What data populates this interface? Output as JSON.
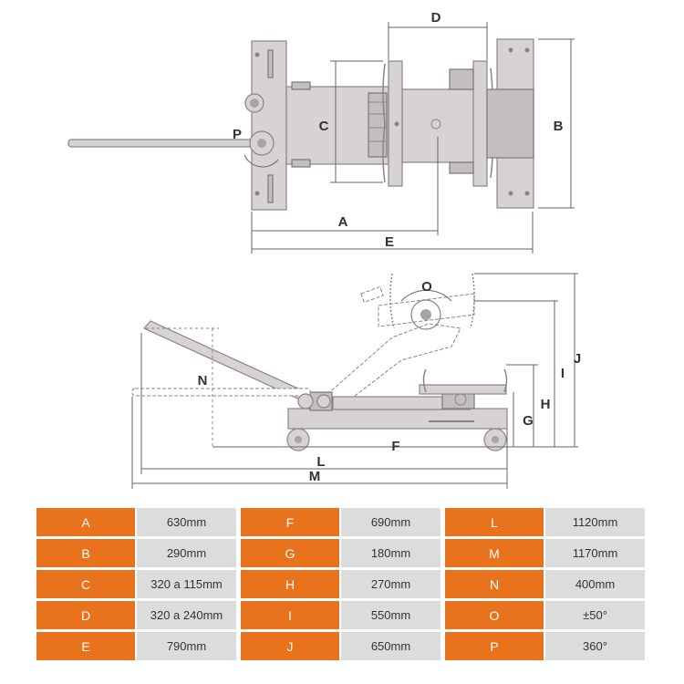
{
  "labels": {
    "A": "A",
    "B": "B",
    "C": "C",
    "D": "D",
    "E": "E",
    "F": "F",
    "G": "G",
    "H": "H",
    "I": "I",
    "J": "J",
    "L": "L",
    "M": "M",
    "N": "N",
    "O": "O",
    "P": "P"
  },
  "specs": {
    "rows": [
      [
        {
          "key": "A",
          "value": "630mm"
        },
        {
          "key": "F",
          "value": "690mm"
        },
        {
          "key": "L",
          "value": "1120mm"
        }
      ],
      [
        {
          "key": "B",
          "value": "290mm"
        },
        {
          "key": "G",
          "value": "180mm"
        },
        {
          "key": "M",
          "value": "1170mm"
        }
      ],
      [
        {
          "key": "C",
          "value": "320 a 115mm"
        },
        {
          "key": "H",
          "value": "270mm"
        },
        {
          "key": "N",
          "value": "400mm"
        }
      ],
      [
        {
          "key": "D",
          "value": "320 a 240mm"
        },
        {
          "key": "I",
          "value": "550mm"
        },
        {
          "key": "O",
          "value": "±50°"
        }
      ],
      [
        {
          "key": "E",
          "value": "790mm"
        },
        {
          "key": "J",
          "value": "650mm"
        },
        {
          "key": "P",
          "value": "360°"
        }
      ]
    ]
  },
  "colors": {
    "key_bg": "#e8731c",
    "value_bg": "#dcdcdc"
  }
}
